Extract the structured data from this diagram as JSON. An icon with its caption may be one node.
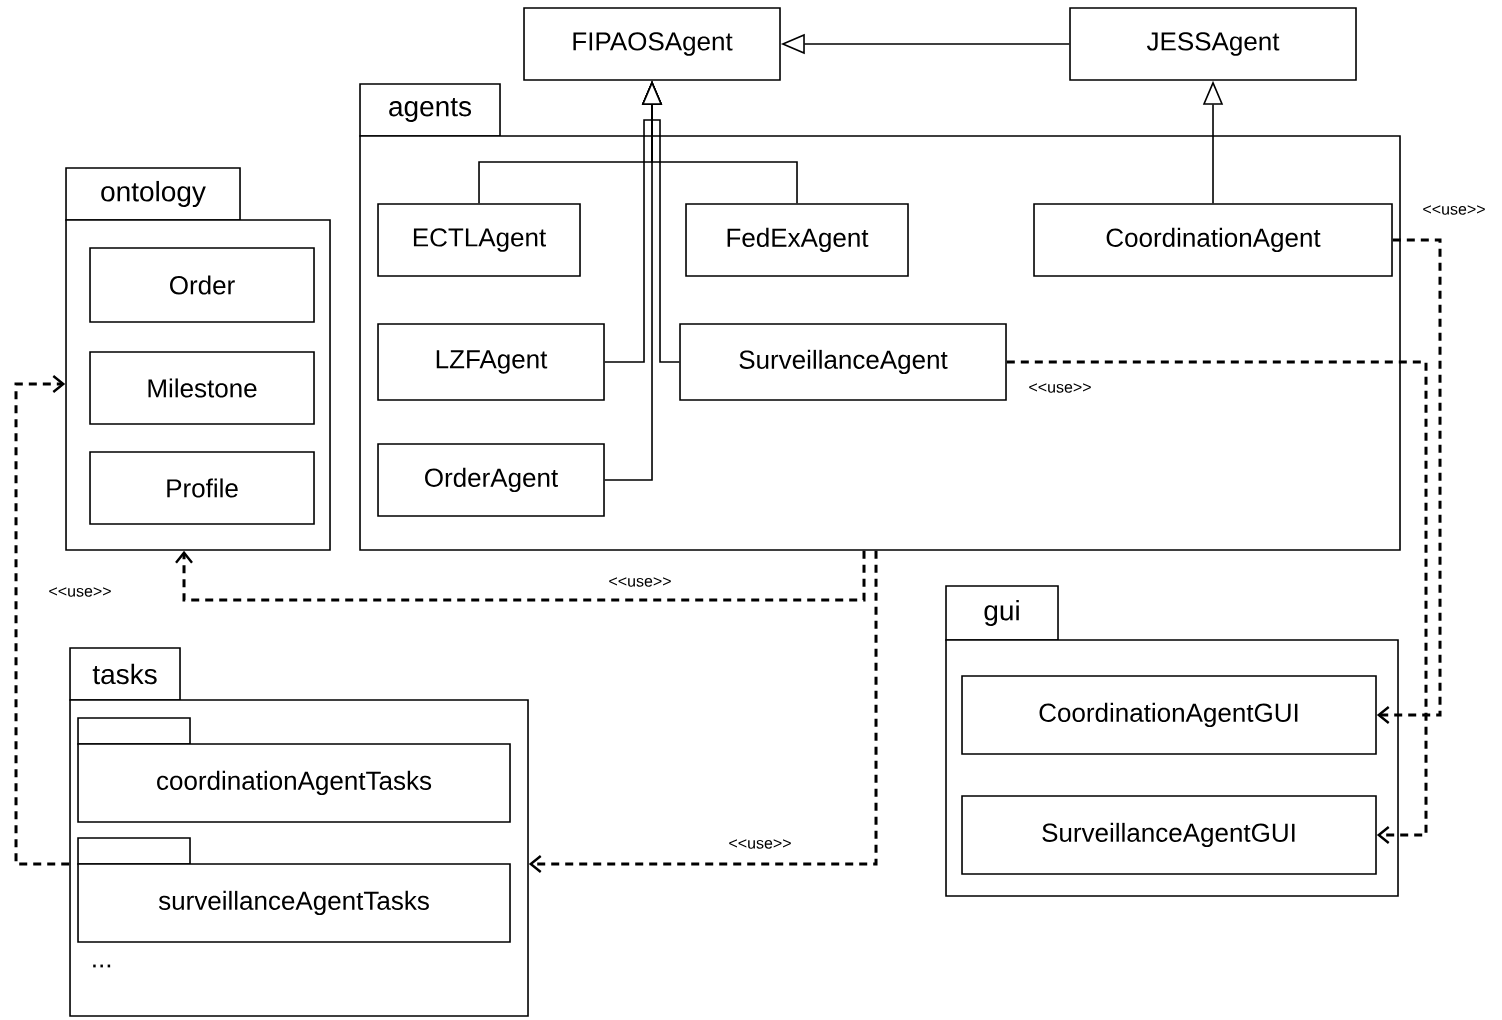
{
  "diagram": {
    "nodes": [
      {
        "text": [
          "FIPAOSAgent"
        ]
      },
      {
        "text": [
          "JESSAgent"
        ]
      },
      {
        "text": [
          "agents"
        ]
      },
      {
        "text": [
          "ECTLAgent"
        ],
        "in": 2
      },
      {
        "text": [
          "FedExAgent"
        ],
        "in": 2
      },
      {
        "text": [
          "CoordinationAgent"
        ],
        "in": 2
      },
      {
        "text": [
          "LZFAgent"
        ],
        "in": 2
      },
      {
        "text": [
          "SurveillanceAgent"
        ],
        "in": 2
      },
      {
        "text": [
          "OrderAgent"
        ],
        "in": 2
      },
      {
        "text": [
          "ontology"
        ]
      },
      {
        "text": [
          "Order"
        ],
        "in": 9
      },
      {
        "text": [
          "Milestone"
        ],
        "in": 9
      },
      {
        "text": [
          "Profile"
        ],
        "in": 9
      },
      {
        "text": [
          "tasks",
          "..."
        ]
      },
      {
        "text": [
          "coordinationAgentTasks"
        ],
        "in": 13
      },
      {
        "text": [
          "surveillanceAgentTasks"
        ],
        "in": 13
      },
      {
        "text": [
          "gui"
        ]
      },
      {
        "text": [
          "CoordinationAgentGUI"
        ],
        "in": 16
      },
      {
        "text": [
          "SurveillanceAgentGUI"
        ],
        "in": 16
      }
    ],
    "edges": [
      {
        "from": 1,
        "to": 0,
        "arrow": "to"
      },
      {
        "from": 3,
        "to": 0,
        "arrow": "to"
      },
      {
        "from": 4,
        "to": 0,
        "arrow": "to"
      },
      {
        "from": 6,
        "to": 0,
        "arrow": "to"
      },
      {
        "from": 7,
        "to": 0,
        "arrow": "to"
      },
      {
        "from": 8,
        "to": 0,
        "arrow": "to"
      },
      {
        "from": 5,
        "to": 1,
        "arrow": "to"
      },
      {
        "from": 5,
        "to": 17,
        "arrow": "to",
        "style": "dashed",
        "label": "<<use>>"
      },
      {
        "from": 7,
        "to": 18,
        "arrow": "to",
        "style": "dashed",
        "label": "<<use>>"
      },
      {
        "from": 2,
        "to": 9,
        "arrow": "to",
        "style": "dashed",
        "label": "<<use>>"
      },
      {
        "from": 2,
        "to": 13,
        "arrow": "to",
        "style": "dashed",
        "label": "<<use>>"
      },
      {
        "from": 13,
        "to": 9,
        "arrow": "to",
        "style": "dashed",
        "label": "<<use>>"
      }
    ]
  }
}
